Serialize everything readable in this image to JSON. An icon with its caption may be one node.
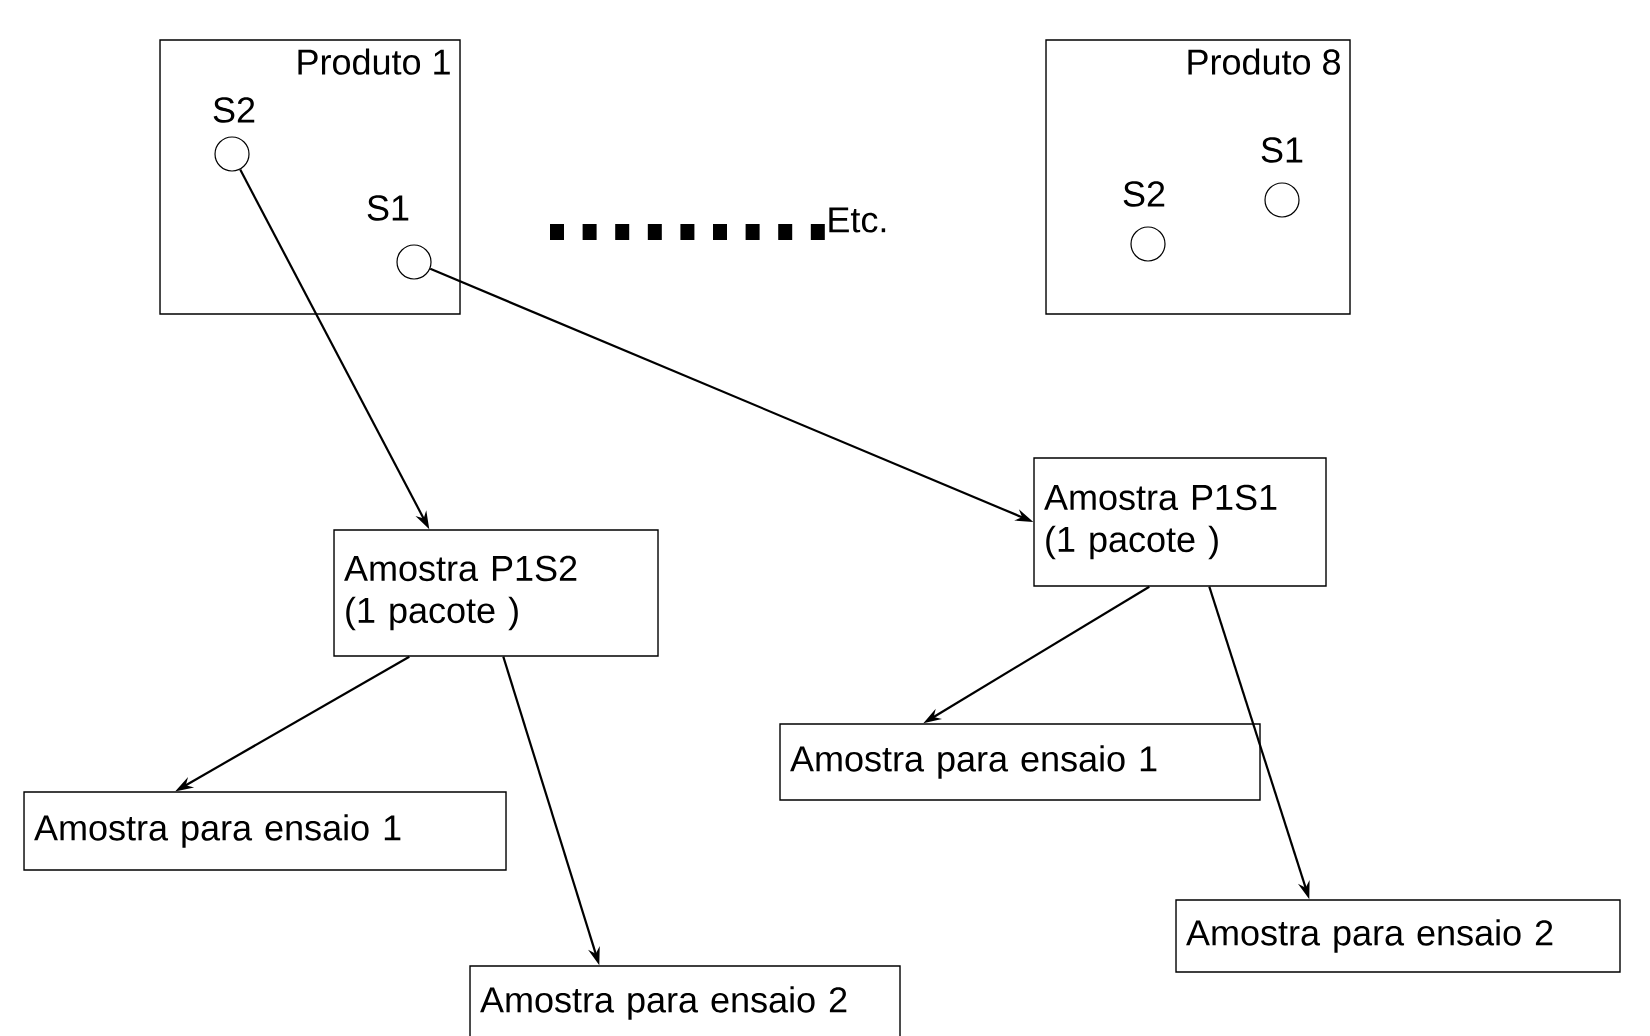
{
  "diagram": {
    "nodes": [
      {
        "text": [
          "Produto 1"
        ]
      },
      {
        "text": [],
        "shape": "circle",
        "beside": [
          "S2"
        ],
        "in": 0
      },
      {
        "text": [],
        "shape": "circle",
        "beside": [
          "S1"
        ],
        "in": 0
      },
      {
        "text": [
          "Produto 8"
        ]
      },
      {
        "text": [],
        "shape": "circle",
        "beside": [
          "S2"
        ],
        "in": 3
      },
      {
        "text": [],
        "shape": "circle",
        "beside": [
          "S1"
        ],
        "in": 3
      },
      {
        "text": [
          "Amostra P1S2",
          "(1 pacote )"
        ]
      },
      {
        "text": [
          "Amostra P1S1",
          "(1 pacote )"
        ]
      },
      {
        "text": [
          "Amostra para ensaio 1"
        ]
      },
      {
        "text": [
          "Amostra para ensaio 2"
        ]
      },
      {
        "text": [
          "Amostra para ensaio 1"
        ]
      },
      {
        "text": [
          "Amostra para ensaio 2"
        ]
      }
    ],
    "edges": [
      {
        "from": 1,
        "to": 6,
        "arrow": "to"
      },
      {
        "from": 2,
        "to": 7,
        "arrow": "to"
      },
      {
        "from": 6,
        "to": 8,
        "arrow": "to"
      },
      {
        "from": 6,
        "to": 9,
        "arrow": "to"
      },
      {
        "from": 7,
        "to": 10,
        "arrow": "to"
      },
      {
        "from": 7,
        "to": 11,
        "arrow": "to"
      }
    ],
    "labels": [
      "Etc."
    ]
  }
}
